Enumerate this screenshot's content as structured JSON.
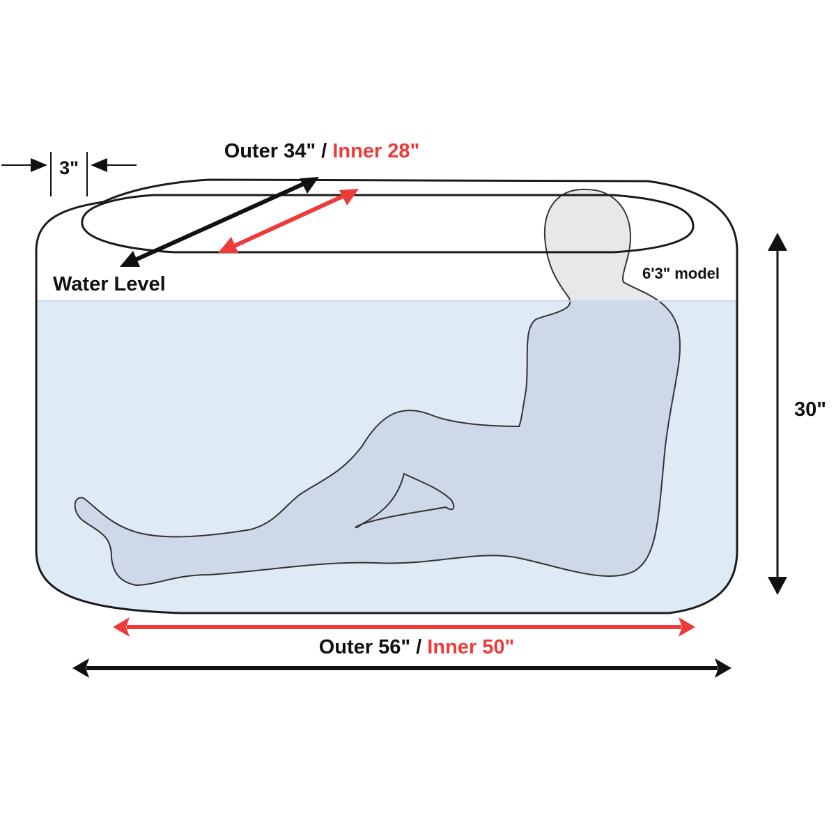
{
  "labels": {
    "wall_thickness": "3\"",
    "top_diameter_outer": "Outer 34\" / ",
    "top_diameter_inner": "Inner 28\"",
    "water_level": "Water Level",
    "model_height": "6'3\" model",
    "height": "30\"",
    "bottom_diameter_outer": "Outer 56\" / ",
    "bottom_diameter_inner": "Inner 50\""
  },
  "colors": {
    "outline": "#1a1a1a",
    "inner_arrow": "#ef3a3a",
    "outer_arrow": "#111111",
    "water": "#deeaf6",
    "figure_above": "#e6e8ea",
    "figure_below": "#cdd8e8",
    "text": "#111111",
    "accent_text": "#ef3a3a"
  },
  "icons": {
    "dimension_arrow": "double-headed-arrow",
    "arrow_head": "triangle-arrow-head"
  }
}
